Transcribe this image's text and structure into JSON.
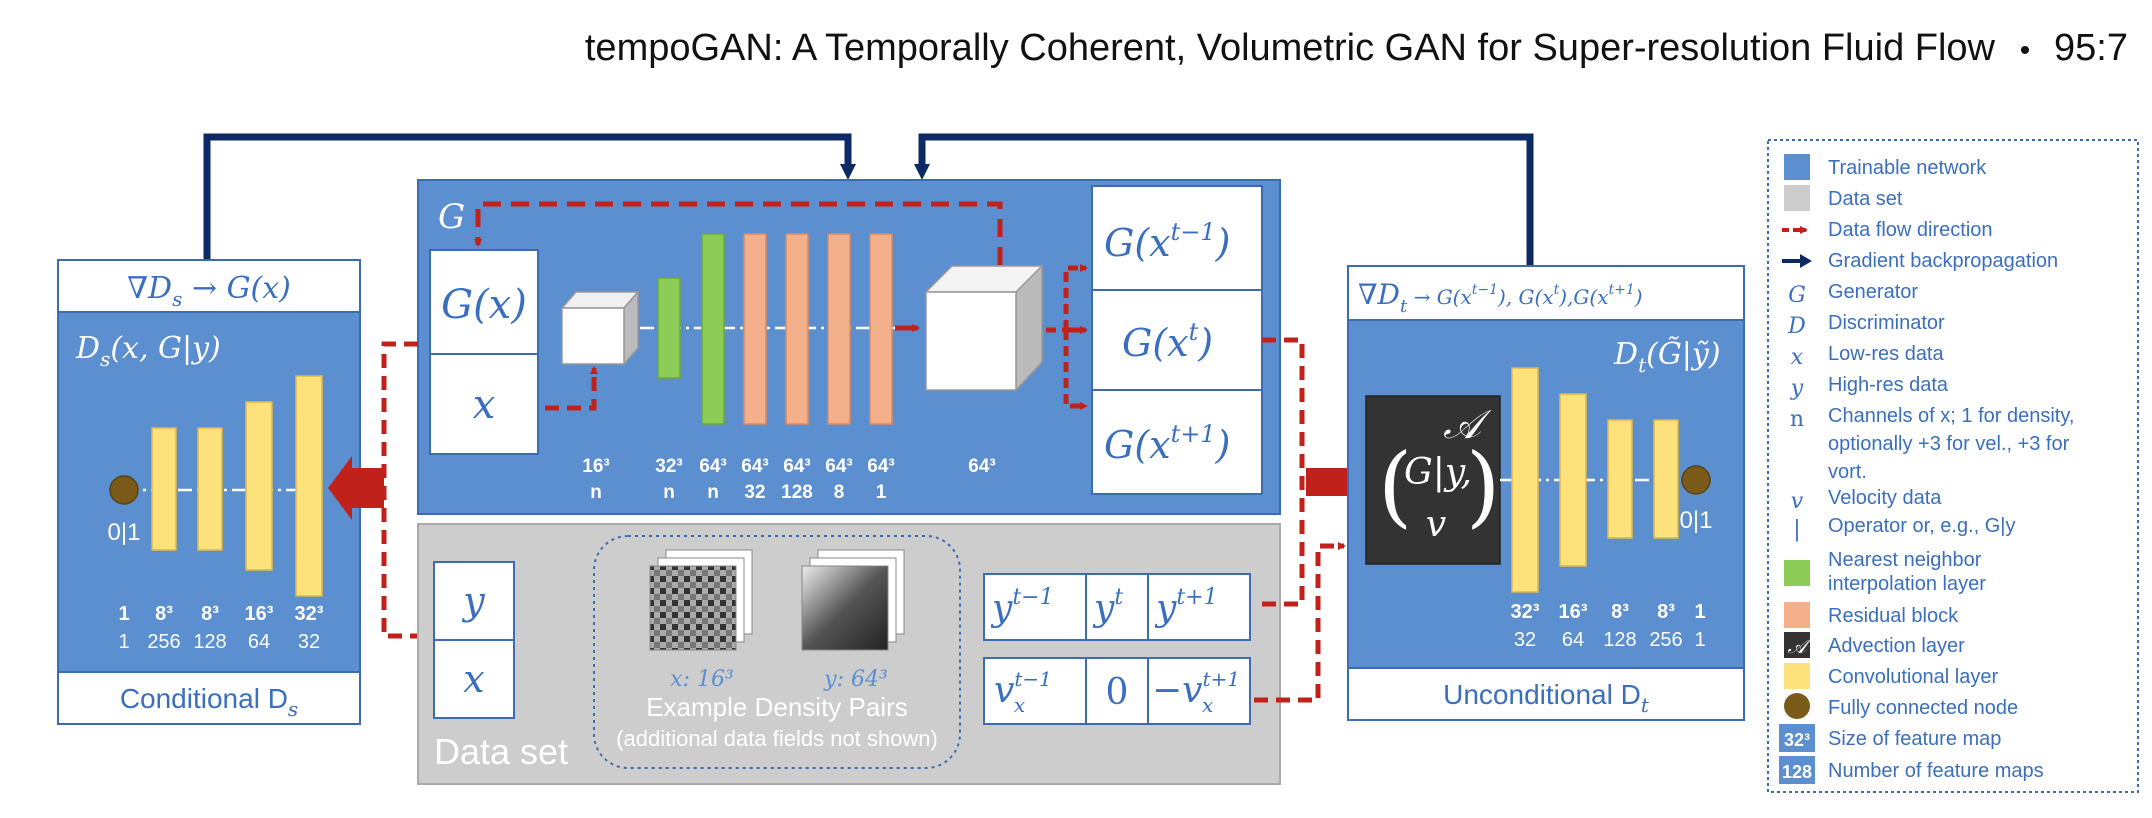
{
  "header": {
    "title": "tempoGAN: A Temporally Coherent, Volumetric GAN for Super-resolution Fluid Flow",
    "bullet": "•",
    "page_number": "95:7"
  },
  "generator": {
    "label": "G",
    "input_top": "G(x)",
    "input_bottom": "x",
    "out_prev": "G(x",
    "out_prev_sup": "t−1",
    "out_cur": "G(x",
    "out_cur_sup": "t",
    "out_next": "G(x",
    "out_next_sup": "t+1",
    "close_paren": ")",
    "layer_sizes": [
      "16³",
      "32³",
      "64³",
      "64³",
      "64³",
      "64³",
      "64³"
    ],
    "layer_channels": [
      "n",
      "n",
      "n",
      "32",
      "128",
      "8",
      "1"
    ],
    "cube_size": "64³"
  },
  "disc_s": {
    "header": "∇D",
    "header_sub": "s",
    "header_rest": " → G(x)",
    "title": "D",
    "title_sub": "s",
    "title_rest": "(x, G|y)",
    "output": "0|1",
    "sizes": [
      "1",
      "8³",
      "8³",
      "16³",
      "32³"
    ],
    "maps": [
      "1",
      "256",
      "128",
      "64",
      "32"
    ],
    "footer": "Conditional D",
    "footer_sub": "s"
  },
  "disc_t": {
    "header": "∇D",
    "header_sub": "t",
    "header_rest": " → G(x",
    "header_sup1": "t−1",
    "header_mid1": "), G(x",
    "header_sup2": "t",
    "header_mid2": "),G(x",
    "header_sup3": "t+1",
    "header_end": ")",
    "title": "D",
    "title_sub": "t",
    "title_rest": "(G̃|ỹ)",
    "adv_symbol": "𝒜",
    "adv_line1": "G|y,",
    "adv_line2": "v",
    "output": "0|1",
    "sizes": [
      "32³",
      "16³",
      "8³",
      "8³",
      "1"
    ],
    "maps": [
      "32",
      "64",
      "128",
      "256",
      "1"
    ],
    "footer": "Unconditional D",
    "footer_sub": "t"
  },
  "dataset": {
    "label": "Data set",
    "y": "y",
    "x": "x",
    "x_caption": "x: 16³",
    "y_caption": "y: 64³",
    "pairs_title": "Example Density Pairs",
    "pairs_note": "(additional data fields not shown)",
    "y_prev": "y",
    "y_prev_sup": "t−1",
    "y_cur": "y",
    "y_cur_sup": "t",
    "y_next": "y",
    "y_next_sup": "t+1",
    "v_prev": "v",
    "v_prev_sup": "t−1",
    "v_prev_sub": "x",
    "v_zero": "0",
    "v_next": "−v",
    "v_next_sup": "t+1",
    "v_next_sub": "x"
  },
  "legend": {
    "items": [
      {
        "sym": "",
        "text": "Trainable network"
      },
      {
        "sym": "",
        "text": "Data set"
      },
      {
        "sym": "",
        "text": "Data flow direction"
      },
      {
        "sym": "",
        "text": "Gradient backpropagation"
      },
      {
        "sym": "G",
        "text": "Generator"
      },
      {
        "sym": "D",
        "text": "Discriminator"
      },
      {
        "sym": "x",
        "text": "Low-res data"
      },
      {
        "sym": "y",
        "text": "High-res data"
      },
      {
        "sym": "n",
        "text": "Channels of x; 1 for density,",
        "text2": "optionally +3 for vel., +3 for",
        "text3": "vort."
      },
      {
        "sym": "v",
        "text": "Velocity data"
      },
      {
        "sym": "|",
        "text": "Operator or, e.g., G|y"
      },
      {
        "sym": "",
        "text": "Nearest neighbor",
        "text2": "interpolation layer"
      },
      {
        "sym": "",
        "text": "Residual block"
      },
      {
        "sym": "𝒜",
        "text": "Advection layer"
      },
      {
        "sym": "",
        "text": "Convolutional layer"
      },
      {
        "sym": "",
        "text": "Fully connected node"
      },
      {
        "sym": "32³",
        "text": "Size of feature map"
      },
      {
        "sym": "128",
        "text": "Number of feature maps"
      }
    ]
  },
  "colors": {
    "blue": "#5b8fd0",
    "panel_border": "#3d6bb3",
    "navy": "#0d2a66",
    "red": "#c0211b",
    "gray": "#cdcdcd",
    "yellow": "#fde17a",
    "green": "#8dcc56",
    "salmon": "#f3b08b",
    "brown": "#7b5b1a",
    "text_blue": "#3a6fc0"
  }
}
